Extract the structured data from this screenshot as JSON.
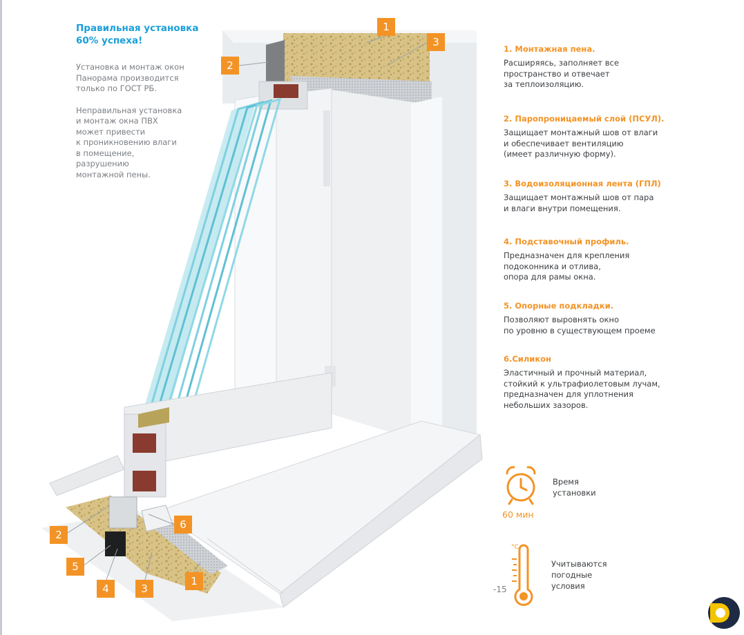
{
  "intro": {
    "title_lines": [
      "Правильная установка",
      "60% успеха!"
    ],
    "p1_lines": [
      "Установка и монтаж окон",
      "Панорама производится",
      "только по ГОСТ РБ."
    ],
    "p2_lines": [
      "Неправильная установка",
      "и монтаж окна ПВХ",
      "может привести",
      "к проникновению влаги",
      "в помещение,",
      "разрушению",
      "монтажной пены."
    ]
  },
  "legend": [
    {
      "title": "1. Монтажная пена.",
      "desc": [
        "Расширяясь, заполняет все",
        "пространство и отвечает",
        "за теплоизоляцию."
      ]
    },
    {
      "title": "2. Паропроницаемый слой (ПСУЛ).",
      "desc": [
        "Защищает монтажный шов от влаги",
        "и обеспечивает вентиляцию",
        "(имеет различную форму)."
      ]
    },
    {
      "title": "3. Водоизоляционная лента (ГПЛ)",
      "desc": [
        "Защищает монтажный шов от пара",
        "и влаги внутри помещения."
      ]
    },
    {
      "title": "4. Подставочный профиль.",
      "desc": [
        "Предназначен для крепления",
        "подоконника и отлива,",
        "опора для рамы окна."
      ]
    },
    {
      "title": "5. Опорные подкладки.",
      "desc": [
        "Позволяют выровнять окно",
        "по уровню в существующем проеме"
      ]
    },
    {
      "title": "6.Силикон",
      "desc": [
        "Эластичный и прочный материал,",
        "стойкий к ультрафиолетовым лучам,",
        "предназначен для уплотнения",
        "небольших зазоров."
      ]
    }
  ],
  "badges": {
    "top_1": "1",
    "top_3": "3",
    "top_2": "2",
    "bottom_2": "2",
    "bottom_6": "6",
    "bottom_5": "5",
    "bottom_4": "4",
    "bottom_3": "3",
    "bottom_1": "1"
  },
  "info": {
    "time_label": [
      "Время",
      "установки"
    ],
    "time_value": "60 мин",
    "weather_label": [
      "Учитываются",
      "погодные",
      "условия"
    ],
    "temp_value": "-15",
    "temp_unit": "°C"
  },
  "colors": {
    "accent": "#f39325",
    "title_blue": "#1a9fd9",
    "foam": "#d9c48a",
    "glass": "#7fd0e0",
    "logo_dark": "#1f2a44",
    "logo_yellow": "#f5c400"
  }
}
